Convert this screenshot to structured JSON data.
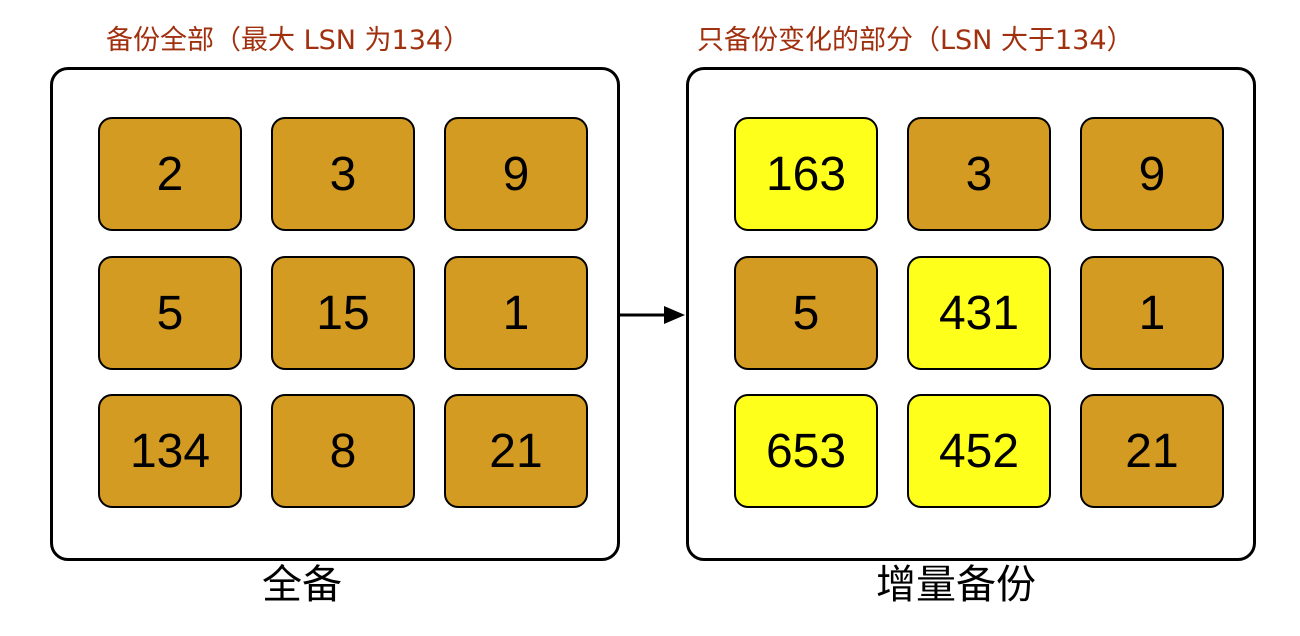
{
  "full_backup": {
    "caption": "备份全部（最大 LSN 为134）",
    "label": "全备",
    "blocks": [
      {
        "value": "2",
        "changed": false
      },
      {
        "value": "3",
        "changed": false
      },
      {
        "value": "9",
        "changed": false
      },
      {
        "value": "5",
        "changed": false
      },
      {
        "value": "15",
        "changed": false
      },
      {
        "value": "1",
        "changed": false
      },
      {
        "value": "134",
        "changed": false
      },
      {
        "value": "8",
        "changed": false
      },
      {
        "value": "21",
        "changed": false
      }
    ]
  },
  "incremental_backup": {
    "caption": "只备份变化的部分（LSN 大于134）",
    "label": "增量备份",
    "blocks": [
      {
        "value": "163",
        "changed": true
      },
      {
        "value": "3",
        "changed": false
      },
      {
        "value": "9",
        "changed": false
      },
      {
        "value": "5",
        "changed": false
      },
      {
        "value": "431",
        "changed": true
      },
      {
        "value": "1",
        "changed": false
      },
      {
        "value": "653",
        "changed": true
      },
      {
        "value": "452",
        "changed": true
      },
      {
        "value": "21",
        "changed": false
      }
    ]
  },
  "colors": {
    "unchanged_block": "#d49b22",
    "changed_block": "#ffff1c",
    "caption": "#a0300e"
  }
}
